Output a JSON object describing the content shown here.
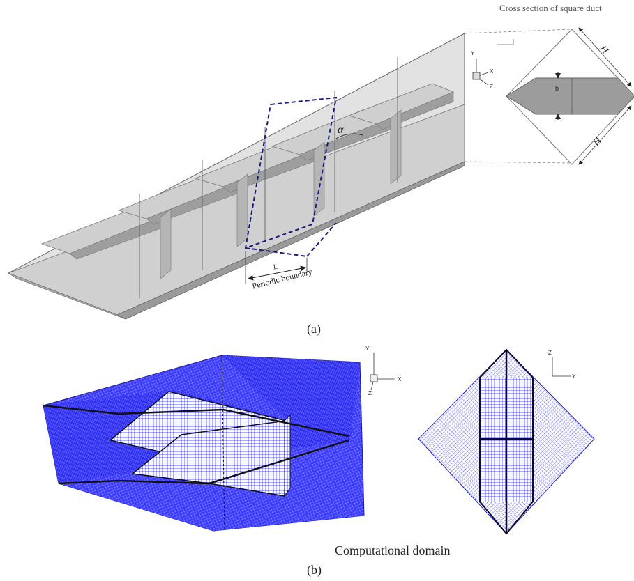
{
  "figure": {
    "panel_a": {
      "cross_section_title": "Cross section of square duct",
      "dim_H_top": "H",
      "dim_H_bottom": "H",
      "dim_b": "b",
      "angle": "α",
      "length": "L",
      "periodic_boundary": "Periodic boundary",
      "axes": {
        "y": "Y",
        "x": "X",
        "z": "Z"
      },
      "caption": "(a)"
    },
    "panel_b": {
      "axes_left": {
        "y": "Y",
        "x": "X",
        "z": "Z"
      },
      "axes_right": {
        "z": "Z",
        "y": "Y"
      },
      "label": "Computational domain",
      "caption": "(b)"
    },
    "colors": {
      "mesh": "#2a2af0",
      "mesh_edge": "#0a0a60",
      "gray_fill": "#c8c8c8",
      "dark_gray": "#8c8c8c",
      "boundary": "#1a1a80"
    }
  }
}
